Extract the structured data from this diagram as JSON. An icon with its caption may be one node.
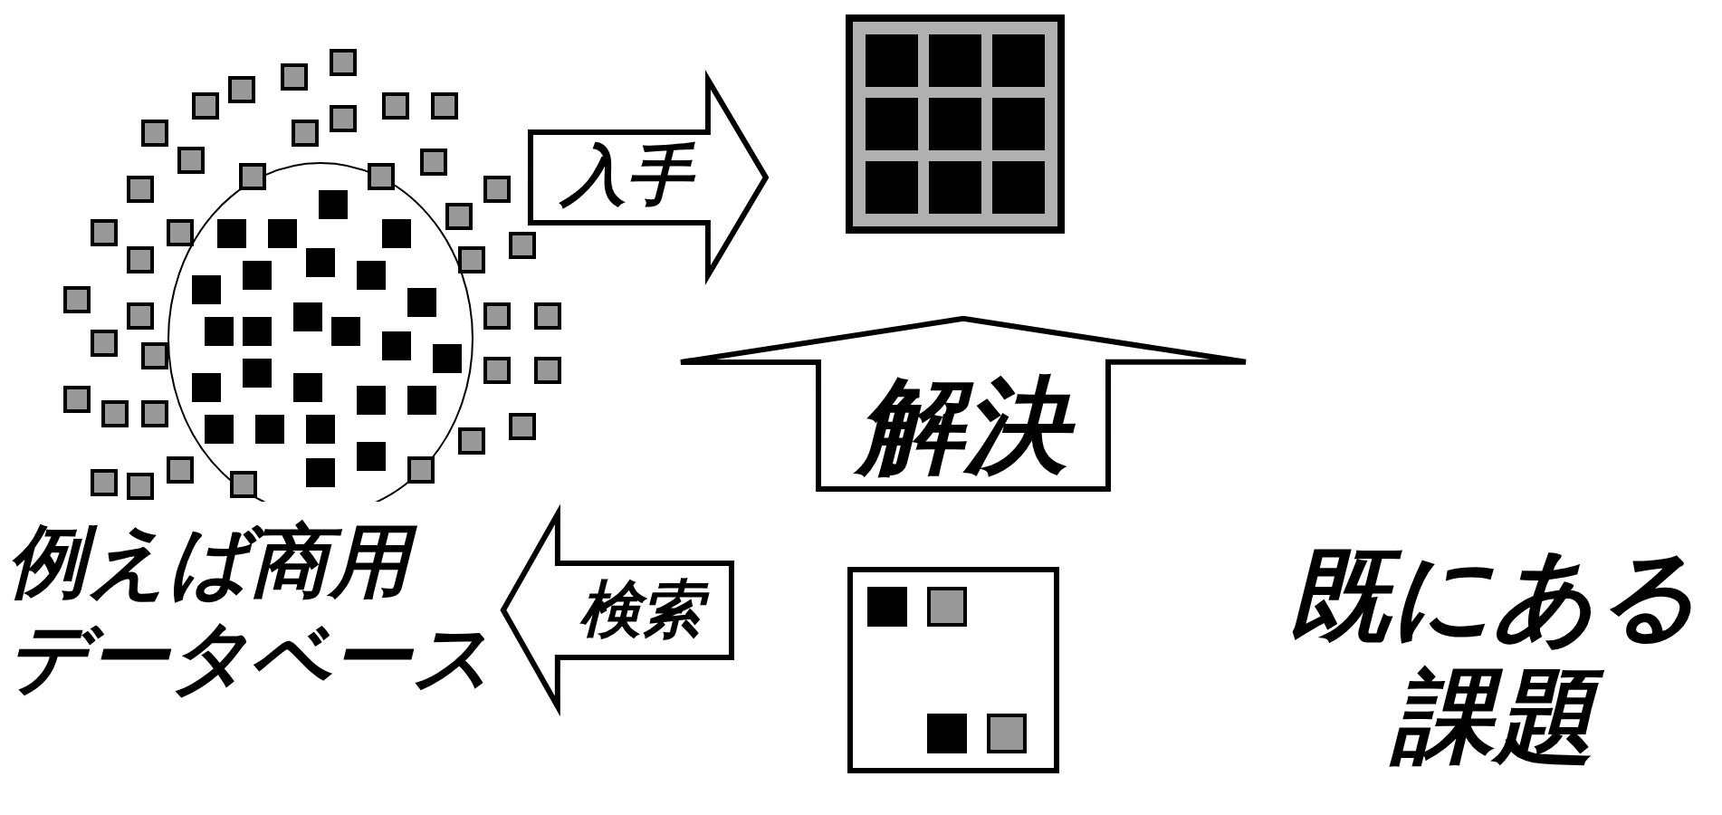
{
  "diagram": {
    "nodes": [
      {
        "text": [],
        "shape": "picture",
        "beside": [
          "例えば商用データベース"
        ]
      },
      {
        "text": [],
        "shape": "box"
      },
      {
        "text": [],
        "shape": "box",
        "beside": [
          "既にある課題"
        ]
      }
    ],
    "edges": [
      {
        "from": 0,
        "to": 1,
        "arrow": "to",
        "label": "入手"
      },
      {
        "from": 2,
        "to": 1,
        "arrow": "to",
        "label": "解決"
      },
      {
        "from": 2,
        "to": 0,
        "arrow": "to",
        "label": "検索"
      }
    ]
  }
}
